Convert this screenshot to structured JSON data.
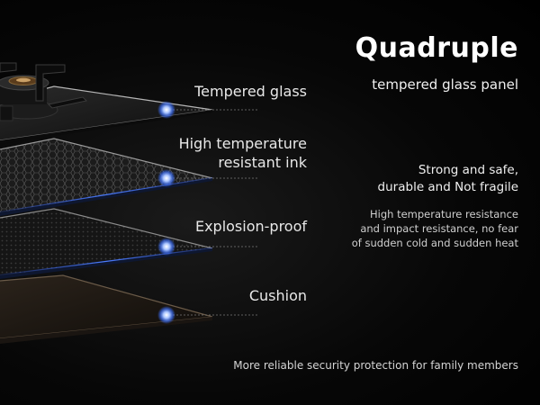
{
  "title": "Quadruple",
  "subtitle": "tempered glass panel",
  "layers": [
    {
      "label_lines": [
        "Tempered glass"
      ]
    },
    {
      "label_lines": [
        "High temperature",
        "resistant ink"
      ]
    },
    {
      "label_lines": [
        "Explosion-proof"
      ]
    },
    {
      "label_lines": [
        "Cushion"
      ]
    }
  ],
  "feature": {
    "heading_lines": [
      "Strong and safe,",
      "durable and Not fragile"
    ],
    "body_lines": [
      "High temperature resistance",
      "and impact resistance, no fear",
      "of sudden cold and sudden heat"
    ]
  },
  "footer": "More reliable security protection for family members",
  "colors": {
    "background": "#000000",
    "accent_blue": "#3b6df5",
    "marker_dot": "#9fbcff",
    "text": "#ffffff"
  }
}
